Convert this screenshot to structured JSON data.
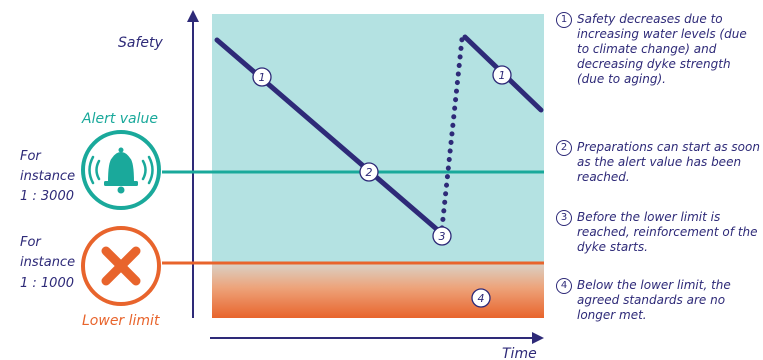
{
  "labels": {
    "safety": "Safety",
    "time": "Time",
    "alert_value": "Alert value",
    "lower_limit": "Lower limit",
    "alert_note_line1": "For",
    "alert_note_line2": "instance",
    "alert_note_line3": "1 : 3000",
    "lower_note_line1": "For",
    "lower_note_line2": "instance",
    "lower_note_line3": "1 : 1000"
  },
  "markers": [
    "1",
    "2",
    "3",
    "1",
    "4"
  ],
  "legend": [
    {
      "num": "1",
      "text": "Safety decreases due to increasing water levels (due to climate change) and decreasing dyke strength (due to aging)."
    },
    {
      "num": "2",
      "text": "Preparations can start as soon as the alert value has been reached."
    },
    {
      "num": "3",
      "text": "Before the lower limit is reached, reinforcement of the dyke starts."
    },
    {
      "num": "4",
      "text": "Below the lower limit, the agreed standards are no longer met."
    }
  ],
  "icons": {
    "alert": "bell-alert-icon",
    "lower": "cross-icon"
  },
  "colors": {
    "navy": "#2e2a78",
    "teal": "#1aa99b",
    "orange": "#e8642c",
    "safe_zone": "#b4e2e2"
  }
}
